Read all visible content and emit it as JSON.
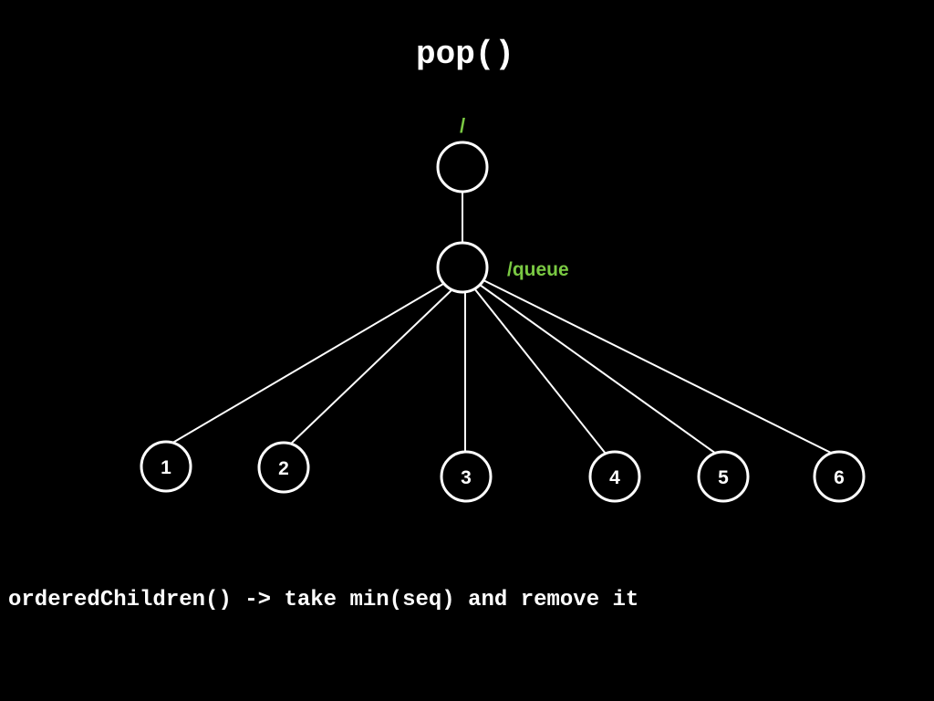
{
  "slide": {
    "title": "pop()",
    "caption": "orderedChildren() -> take min(seq) and remove it"
  },
  "tree": {
    "root_label": "/",
    "queue_label": "/queue",
    "children": [
      "1",
      "2",
      "3",
      "4",
      "5",
      "6"
    ]
  },
  "colors": {
    "background": "#000000",
    "foreground": "#ffffff",
    "path_label": "#7ac943"
  }
}
